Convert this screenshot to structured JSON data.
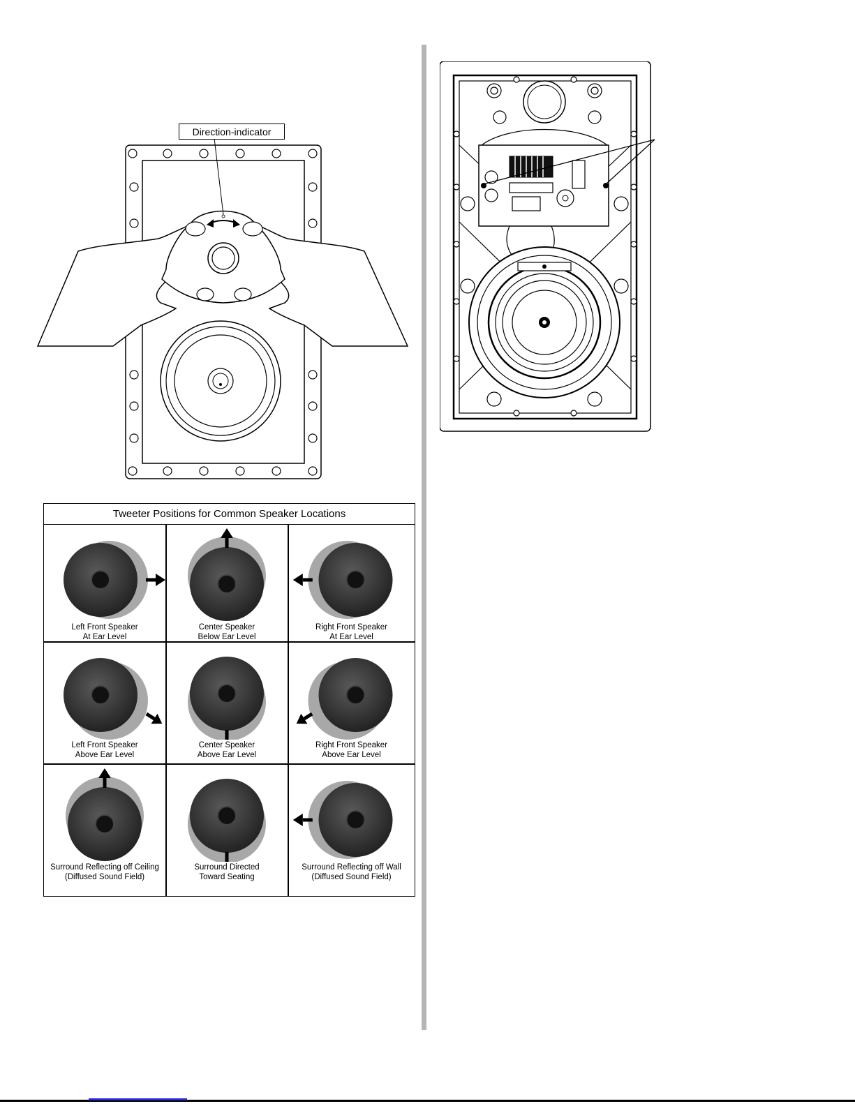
{
  "install_figure": {
    "direction_label": "Direction-indicator"
  },
  "tweeter_table": {
    "title": "Tweeter Positions for Common Speaker Locations",
    "cells": [
      {
        "line1": "Left Front Speaker",
        "line2": "At Ear Level",
        "arrow": "right-arrow-icon"
      },
      {
        "line1": "Center Speaker",
        "line2": "Below Ear Level",
        "arrow": "up-arrow-icon"
      },
      {
        "line1": "Right Front Speaker",
        "line2": "At Ear Level",
        "arrow": "left-arrow-icon"
      },
      {
        "line1": "Left Front Speaker",
        "line2": "Above Ear Level",
        "arrow": "down-right-arrow-icon"
      },
      {
        "line1": "Center Speaker",
        "line2": "Above Ear Level",
        "arrow": "down-arrow-icon"
      },
      {
        "line1": "Right Front Speaker",
        "line2": "Above Ear Level",
        "arrow": "down-left-arrow-icon"
      },
      {
        "line1": "Surround Reflecting off Ceiling",
        "line2": "(Diffused Sound Field)",
        "arrow": "up-arrow-icon"
      },
      {
        "line1": "Surround Directed",
        "line2": "Toward Seating",
        "arrow": "down-arrow-icon"
      },
      {
        "line1": "Surround Reflecting off Wall",
        "line2": "(Diffused Sound Field)",
        "arrow": "left-arrow-icon"
      }
    ]
  },
  "colors": {
    "divider": "#b5b5b5",
    "link_underline": "#2a2ae0",
    "tweeter_dark": "#1e1e1e",
    "tweeter_ring": "#a8a8a8"
  }
}
